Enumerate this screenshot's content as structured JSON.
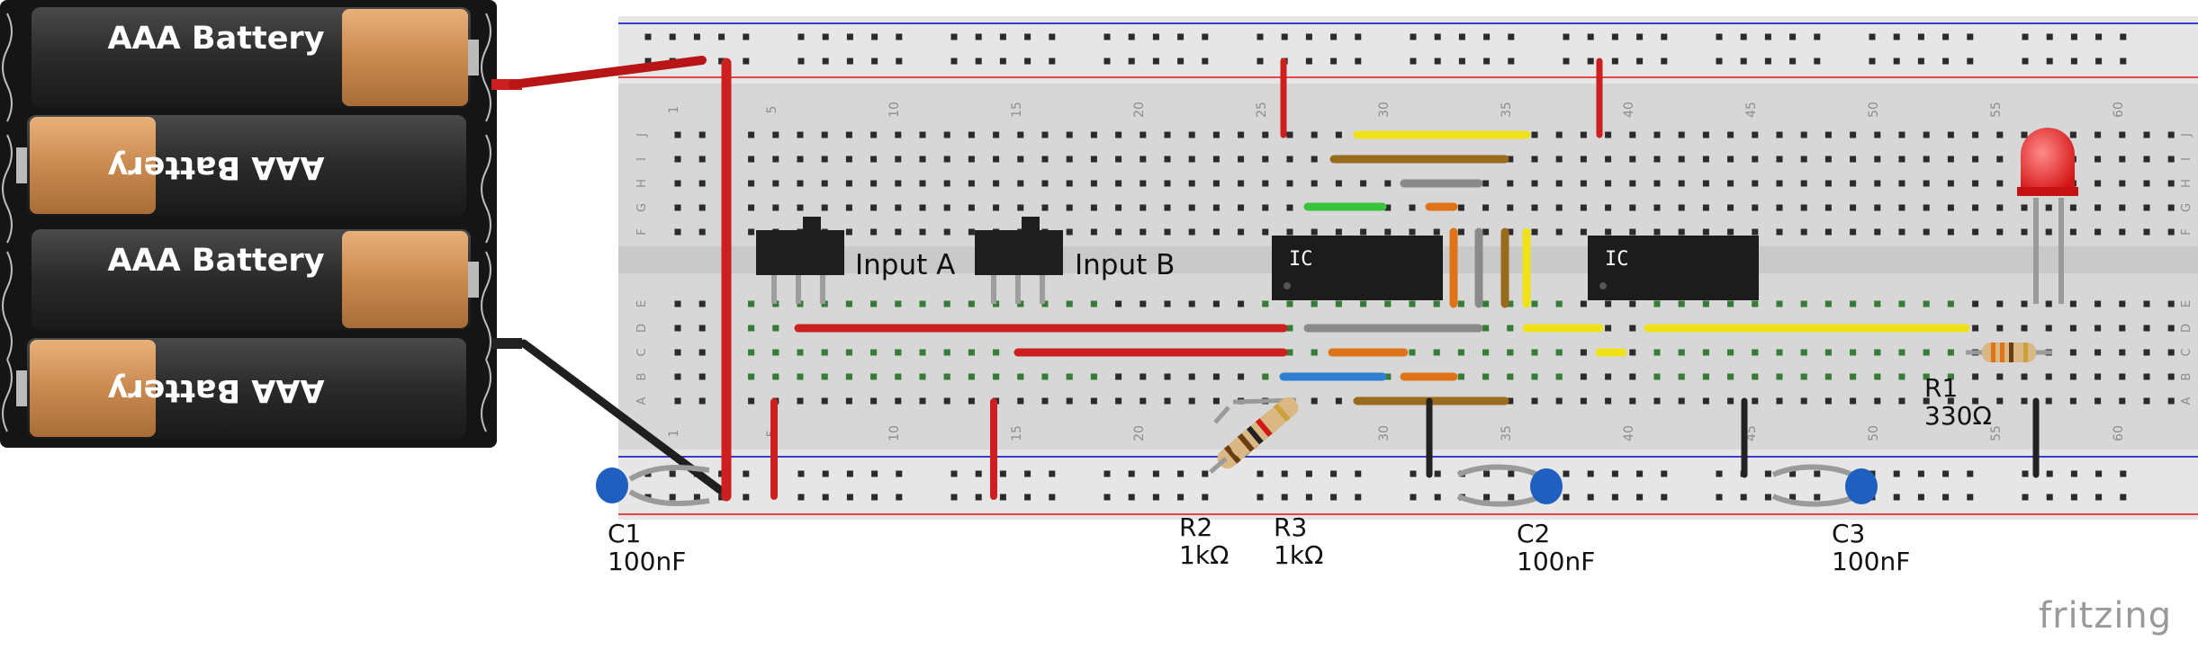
{
  "battery_pack": {
    "cells": [
      "AAA Battery",
      "AAA Battery",
      "AAA Battery",
      "AAA Battery"
    ]
  },
  "breadboard": {
    "column_numbers": [
      "1",
      "5",
      "10",
      "15",
      "20",
      "25",
      "30",
      "35",
      "40",
      "45",
      "50",
      "55",
      "60"
    ],
    "row_letters": [
      "J",
      "I",
      "H",
      "G",
      "F",
      "E",
      "D",
      "C",
      "B",
      "A"
    ]
  },
  "switches": {
    "a_label": "Input A",
    "b_label": "Input B"
  },
  "chips": {
    "ic1_label": "IC",
    "ic2_label": "IC"
  },
  "components": {
    "c1": {
      "name": "C1",
      "value": "100nF"
    },
    "c2": {
      "name": "C2",
      "value": "100nF"
    },
    "c3": {
      "name": "C3",
      "value": "100nF"
    },
    "r1": {
      "name": "R1",
      "value": "330Ω"
    },
    "r2": {
      "name": "R2",
      "value": "1kΩ"
    },
    "r3": {
      "name": "R3",
      "value": "1kΩ"
    }
  },
  "colors": {
    "wire_red": "#cc1f1f",
    "wire_black": "#222222",
    "wire_yellow": "#f0e21a",
    "wire_green": "#35c43c",
    "wire_orange": "#e0731a",
    "wire_brown": "#9a6b1c",
    "wire_grey": "#8a8a8a",
    "wire_blue": "#2e7fd1",
    "capacitor_blue": "#1f5fbf",
    "led_red": "#e81e1e",
    "rail_red_line": "#e04848",
    "rail_blue_line": "#3a3ac8"
  },
  "watermark": "fritzing"
}
